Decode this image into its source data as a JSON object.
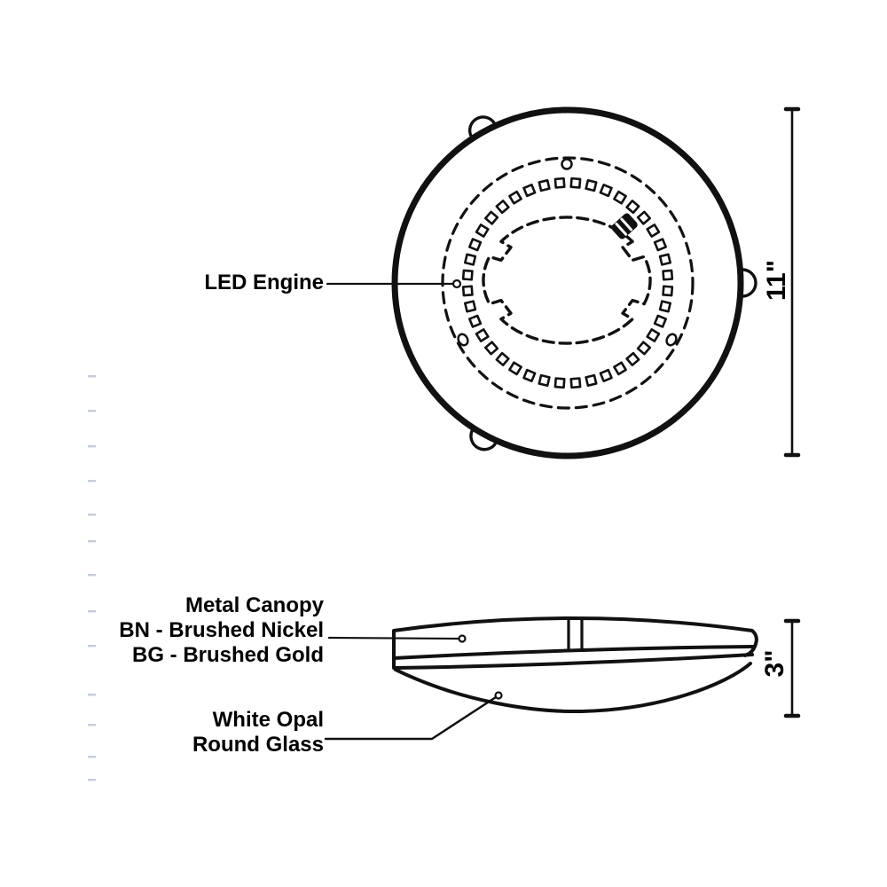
{
  "page": {
    "background": "#ffffff"
  },
  "top_view": {
    "led_engine_label": "LED Engine",
    "diameter_dimension": "11\""
  },
  "side_view": {
    "canopy_label_lines": [
      "Metal Canopy",
      "BN - Brushed Nickel",
      "BG - Brushed Gold"
    ],
    "glass_label_lines": [
      "White Opal",
      "Round Glass"
    ],
    "height_dimension": "3\""
  },
  "colors": {
    "line": "#111111",
    "text": "#000000",
    "faint_tick": "#c4ccd8"
  }
}
